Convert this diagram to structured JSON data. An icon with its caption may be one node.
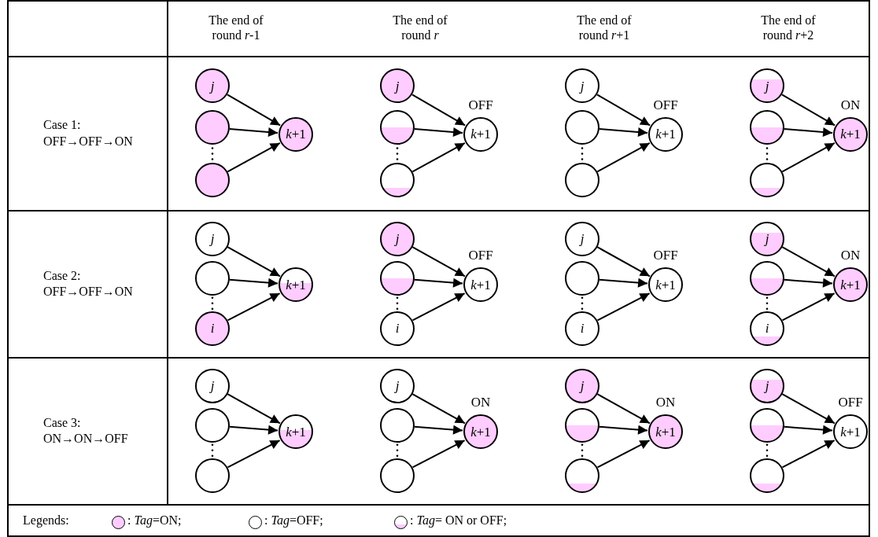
{
  "diagram": {
    "nodes": [
      {
        "text": [
          "j"
        ]
      },
      {
        "text": [],
        "shape": "circle"
      },
      {
        "text": [],
        "shape": "circle"
      },
      {
        "text": [
          "*k*+1"
        ]
      },
      {
        "text": [
          "j"
        ]
      },
      {
        "text": [],
        "shape": "circle"
      },
      {
        "text": [],
        "shape": "circle"
      },
      {
        "text": [
          "*k*+1"
        ],
        "beside": [
          "OFF"
        ]
      },
      {
        "text": [
          "j"
        ]
      },
      {
        "text": [],
        "shape": "circle"
      },
      {
        "text": [],
        "shape": "circle"
      },
      {
        "text": [
          "*k*+1"
        ],
        "beside": [
          "OFF"
        ]
      },
      {
        "text": [
          "j"
        ]
      },
      {
        "text": [],
        "shape": "circle"
      },
      {
        "text": [],
        "shape": "circle"
      },
      {
        "text": [
          "*k*+1"
        ],
        "beside": [
          "ON"
        ]
      },
      {
        "text": [
          "j"
        ]
      },
      {
        "text": [],
        "shape": "circle"
      },
      {
        "text": [
          "i"
        ]
      },
      {
        "text": [
          "*k*+1"
        ]
      },
      {
        "text": [
          "j"
        ]
      },
      {
        "text": [],
        "shape": "circle"
      },
      {
        "text": [
          "i"
        ]
      },
      {
        "text": [
          "*k*+1"
        ],
        "beside": [
          "OFF"
        ]
      },
      {
        "text": [
          "j"
        ]
      },
      {
        "text": [],
        "shape": "circle"
      },
      {
        "text": [
          "i"
        ]
      },
      {
        "text": [
          "*k*+1"
        ],
        "beside": [
          "OFF"
        ]
      },
      {
        "text": [
          "j"
        ]
      },
      {
        "text": [],
        "shape": "circle"
      },
      {
        "text": [
          "i"
        ]
      },
      {
        "text": [
          "*k*+1"
        ],
        "beside": [
          "ON"
        ]
      },
      {
        "text": [
          "j"
        ]
      },
      {
        "text": [],
        "shape": "circle"
      },
      {
        "text": [],
        "shape": "circle"
      },
      {
        "text": [
          "*k*+1"
        ]
      },
      {
        "text": [
          "j"
        ]
      },
      {
        "text": [],
        "shape": "circle"
      },
      {
        "text": [],
        "shape": "circle"
      },
      {
        "text": [
          "*k*+1"
        ],
        "beside": [
          "ON"
        ]
      },
      {
        "text": [
          "j"
        ]
      },
      {
        "text": [],
        "shape": "circle"
      },
      {
        "text": [],
        "shape": "circle"
      },
      {
        "text": [
          "*k*+1"
        ],
        "beside": [
          "ON"
        ]
      },
      {
        "text": [
          "j"
        ]
      },
      {
        "text": [],
        "shape": "circle"
      },
      {
        "text": [],
        "shape": "circle"
      },
      {
        "text": [
          "*k*+1"
        ],
        "beside": [
          "OFF"
        ]
      }
    ],
    "edges": [
      {
        "from": 0,
        "to": 3,
        "arrow": "to"
      },
      {
        "from": 1,
        "to": 3,
        "arrow": "to"
      },
      {
        "from": 2,
        "to": 3,
        "arrow": "to"
      },
      {
        "from": 4,
        "to": 7,
        "arrow": "to"
      },
      {
        "from": 5,
        "to": 7,
        "arrow": "to"
      },
      {
        "from": 6,
        "to": 7,
        "arrow": "to"
      },
      {
        "from": 8,
        "to": 11,
        "arrow": "to"
      },
      {
        "from": 9,
        "to": 11,
        "arrow": "to"
      },
      {
        "from": 10,
        "to": 11,
        "arrow": "to"
      },
      {
        "from": 12,
        "to": 15,
        "arrow": "to"
      },
      {
        "from": 13,
        "to": 15,
        "arrow": "to"
      },
      {
        "from": 14,
        "to": 15,
        "arrow": "to"
      },
      {
        "from": 16,
        "to": 19,
        "arrow": "to"
      },
      {
        "from": 17,
        "to": 19,
        "arrow": "to"
      },
      {
        "from": 18,
        "to": 19,
        "arrow": "to"
      },
      {
        "from": 20,
        "to": 23,
        "arrow": "to"
      },
      {
        "from": 21,
        "to": 23,
        "arrow": "to"
      },
      {
        "from": 22,
        "to": 23,
        "arrow": "to"
      },
      {
        "from": 24,
        "to": 27,
        "arrow": "to"
      },
      {
        "from": 25,
        "to": 27,
        "arrow": "to"
      },
      {
        "from": 26,
        "to": 27,
        "arrow": "to"
      },
      {
        "from": 28,
        "to": 31,
        "arrow": "to"
      },
      {
        "from": 29,
        "to": 31,
        "arrow": "to"
      },
      {
        "from": 30,
        "to": 31,
        "arrow": "to"
      },
      {
        "from": 32,
        "to": 35,
        "arrow": "to"
      },
      {
        "from": 33,
        "to": 35,
        "arrow": "to"
      },
      {
        "from": 34,
        "to": 35,
        "arrow": "to"
      },
      {
        "from": 36,
        "to": 39,
        "arrow": "to"
      },
      {
        "from": 37,
        "to": 39,
        "arrow": "to"
      },
      {
        "from": 38,
        "to": 39,
        "arrow": "to"
      },
      {
        "from": 40,
        "to": 43,
        "arrow": "to"
      },
      {
        "from": 41,
        "to": 43,
        "arrow": "to"
      },
      {
        "from": 42,
        "to": 43,
        "arrow": "to"
      },
      {
        "from": 44,
        "to": 47,
        "arrow": "to"
      },
      {
        "from": 45,
        "to": 47,
        "arrow": "to"
      },
      {
        "from": 46,
        "to": 47,
        "arrow": "to"
      }
    ],
    "labels": [
      "The end of round *r*-1",
      "The end of round *r*",
      "The end of round *r*+1",
      "The end of round *r*+2",
      "Case 1: OFF→OFF→ON",
      "Case 2: OFF→OFF→ON",
      "Case 3: ON→ON→OFF",
      "Legends:"
    ],
    "legend": [
      {
        "text": ": *Tag*=ON;"
      },
      {
        "text": ": *Tag*=OFF;"
      },
      {
        "text": ": *Tag*= ON or OFF;"
      }
    ]
  }
}
